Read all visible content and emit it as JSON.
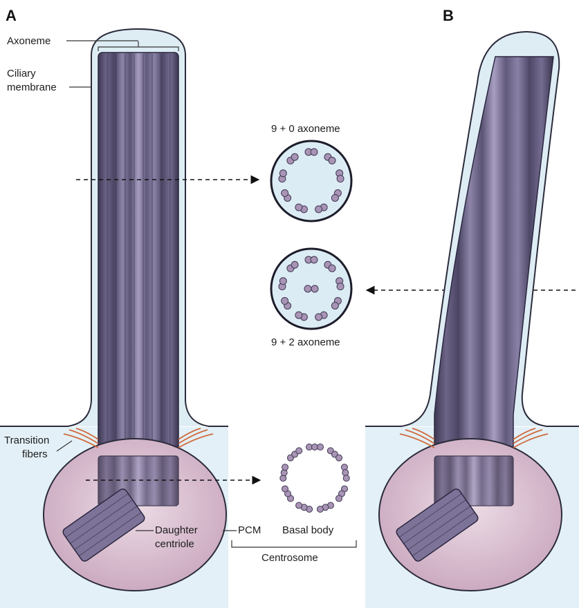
{
  "panels": {
    "a": "A",
    "b": "B"
  },
  "labels": {
    "axoneme": "Axoneme",
    "ciliary_membrane_1": "Ciliary",
    "ciliary_membrane_2": "membrane",
    "transition_1": "Transition",
    "transition_2": "fibers",
    "daughter_1": "Daughter",
    "daughter_2": "centriole",
    "pcm": "PCM",
    "basal_body": "Basal body",
    "centrosome": "Centrosome",
    "axoneme_9_0": "9 + 0 axoneme",
    "axoneme_9_2": "9 + 2 axoneme"
  },
  "colors": {
    "membrane_fill": "#deedf4",
    "cytoplasm": "#dfeef6",
    "pcm_fill": "#dcc2d3",
    "microtubule_dark": "#4a4560",
    "microtubule_light": "#9a90b5",
    "transition_fibers": "#d06a3c"
  }
}
